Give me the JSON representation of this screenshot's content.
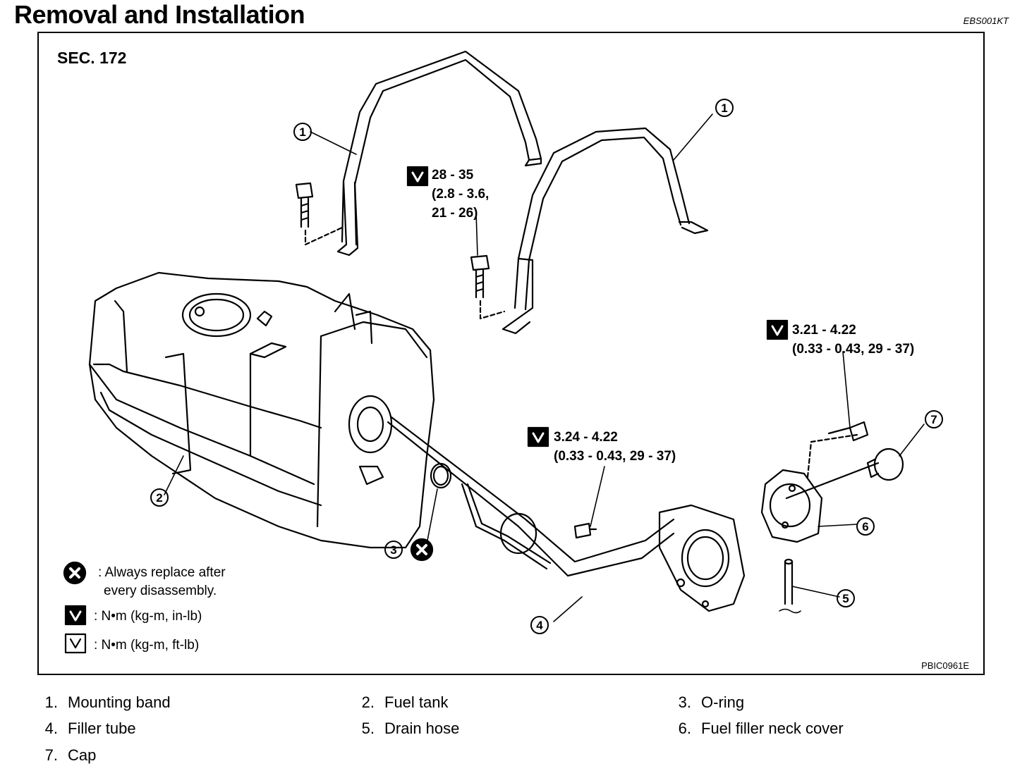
{
  "header": {
    "title": "Removal and Installation",
    "code": "EBS001KT"
  },
  "figure": {
    "section": "SEC. 172",
    "code": "PBIC0961E",
    "callouts": [
      "1",
      "1",
      "2",
      "3",
      "4",
      "5",
      "6",
      "7"
    ],
    "torques": {
      "band_bolt": {
        "line1": "28 - 35",
        "line2": "(2.8 - 3.6,",
        "line3": "21 - 26)"
      },
      "filler_bolt": {
        "line1": "3.24 - 4.22",
        "line2": "(0.33 - 0.43, 29 - 37)"
      },
      "cover_bolt": {
        "line1": "3.21 - 4.22",
        "line2": "(0.33 - 0.43, 29 - 37)"
      }
    },
    "legend": {
      "replace": ": Always replace after",
      "replace2": "every disassembly.",
      "inlb": ":  N•m  (kg-m,  in-lb)",
      "ftlb": ":  N•m  (kg-m,  ft-lb)"
    }
  },
  "parts": [
    {
      "num": "1.",
      "name": "Mounting band"
    },
    {
      "num": "2.",
      "name": "Fuel tank"
    },
    {
      "num": "3.",
      "name": "O-ring"
    },
    {
      "num": "4.",
      "name": "Filler tube"
    },
    {
      "num": "5.",
      "name": "Drain hose"
    },
    {
      "num": "6.",
      "name": "Fuel filler neck cover"
    },
    {
      "num": "7.",
      "name": "Cap"
    }
  ]
}
